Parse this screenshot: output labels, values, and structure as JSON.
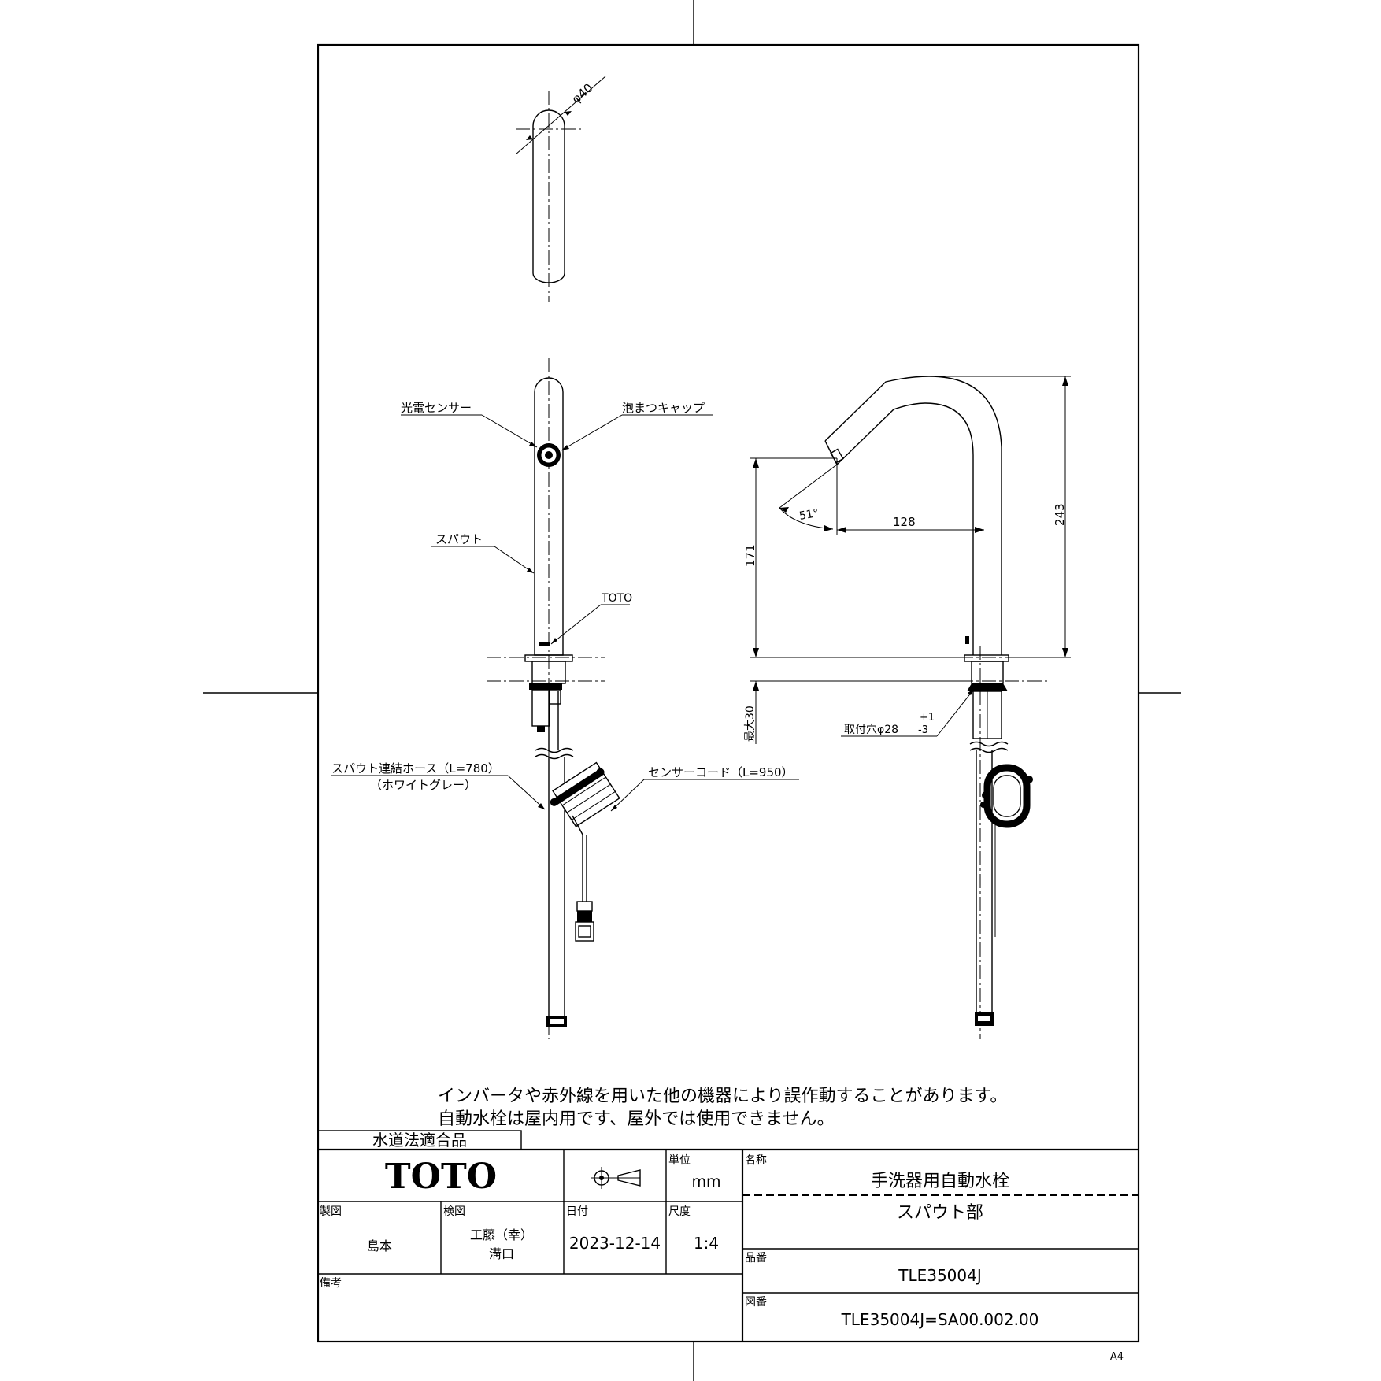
{
  "callouts": {
    "diameter_top": "φ40",
    "sensor": "光電センサー",
    "cap": "泡まつキャップ",
    "spout": "スパウト",
    "brand_mark": "TOTO",
    "hose": "スパウト連結ホース（L=780）",
    "hose_color": "（ホワイトグレー）",
    "sensor_cord": "センサーコード（L=950）"
  },
  "dimensions": {
    "angle": "51°",
    "reach": "128",
    "height_total": "243",
    "height_outlet": "171",
    "max_thickness": "最大30",
    "hole_tol_plus": "+1",
    "hole": "取付穴φ28",
    "hole_tol_minus": "-3"
  },
  "notes": [
    "インバータや赤外線を用いた他の機器により誤作動することがあります。",
    "自動水栓は屋内用です、屋外では使用できません。"
  ],
  "title_block": {
    "certification": "水道法適合品",
    "logo": "TOTO",
    "unit_label": "単位",
    "unit_value": "mm",
    "name_label": "名称",
    "name_line1": "手洗器用自動水栓",
    "name_line2": "スパウト部",
    "drawn_label": "製図",
    "drawn_value": "島本",
    "checked_label": "検図",
    "checked_value1": "工藤（幸）",
    "checked_value2": "溝口",
    "date_label": "日付",
    "date_value": "2023-12-14",
    "scale_label": "尺度",
    "scale_value": "1:4",
    "part_label": "品番",
    "part_value": "TLE35004J",
    "drawing_label": "図番",
    "drawing_value": "TLE35004J=SA00.002.00",
    "remarks_label": "備考"
  },
  "sheet_size": "A4"
}
